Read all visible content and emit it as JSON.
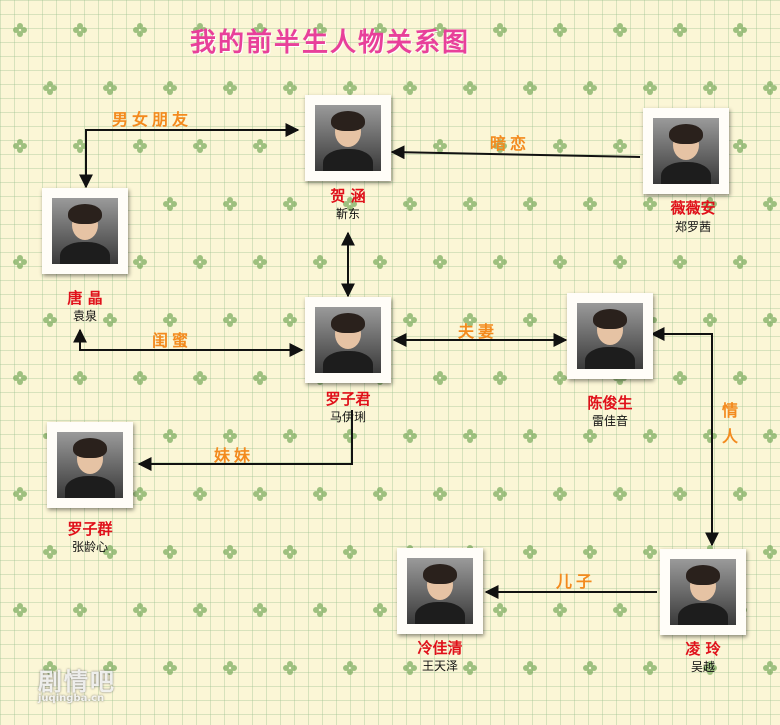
{
  "title": "我的前半生人物关系图",
  "people": [
    {
      "id": "he",
      "name": "贺 涵",
      "actor": "靳东"
    },
    {
      "id": "wei",
      "name": "薇薇安",
      "actor": "郑罗茜"
    },
    {
      "id": "tang",
      "name": "唐 晶",
      "actor": "袁泉"
    },
    {
      "id": "luozijun",
      "name": "罗子君",
      "actor": "马伊琍"
    },
    {
      "id": "chen",
      "name": "陈俊生",
      "actor": "雷佳音"
    },
    {
      "id": "luoziqun",
      "name": "罗子群",
      "actor": "张龄心"
    },
    {
      "id": "leng",
      "name": "冷佳清",
      "actor": "王天泽"
    },
    {
      "id": "ling",
      "name": "凌 玲",
      "actor": "吴越"
    }
  ],
  "relations": [
    {
      "id": "boyfriend",
      "label": "男女朋友"
    },
    {
      "id": "crush",
      "label": "暗恋"
    },
    {
      "id": "bestie",
      "label": "闺蜜"
    },
    {
      "id": "spouse",
      "label": "夫妻"
    },
    {
      "id": "sister",
      "label": "妹妹"
    },
    {
      "id": "lover",
      "label": "情人"
    },
    {
      "id": "son",
      "label": "儿子"
    }
  ],
  "watermark": {
    "logo": "剧情吧",
    "url": "juqingba.cn"
  },
  "colors": {
    "background": "#fbf6d6",
    "name": "#e0101a",
    "relation": "#f38a1e",
    "title": "#e8409a",
    "line": "#111111"
  }
}
